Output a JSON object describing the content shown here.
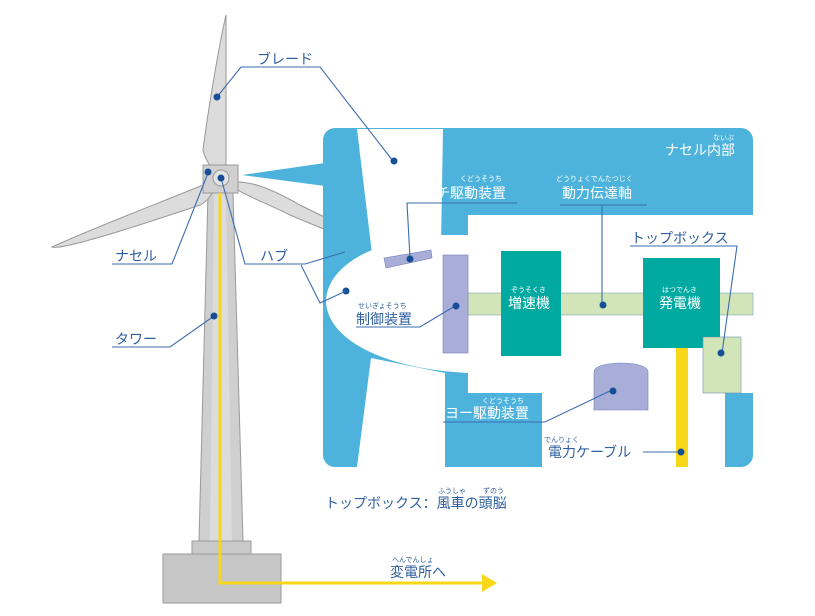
{
  "labels": {
    "blade": "ブレード",
    "nacelle": "ナセル",
    "hub": "ハブ",
    "tower": "タワー",
    "nacelle_inside": "ナセル内部",
    "nacelle_inside_ruby": "ないぶ",
    "pitch_drive": "ピッチ駆動装置",
    "pitch_drive_ruby": "くどうそうち",
    "power_shaft": "動力伝達軸",
    "power_shaft_ruby": "どうりょくでんたつじく",
    "top_box": "トップボックス",
    "controller": "制御装置",
    "controller_ruby": "せいぎょそうち",
    "gearbox": "増速機",
    "gearbox_ruby": "ぞうそくき",
    "generator": "発電機",
    "generator_ruby": "はつでんき",
    "yaw_drive": "ヨー駆動装置",
    "yaw_drive_ruby": "くどうそうち",
    "power_cable": "電力ケーブル",
    "power_cable_ruby": "でんりょく",
    "caption": "トップボックス：風車の頭脳",
    "caption_ruby_1": "ふうしゃ",
    "caption_ruby_2": "ずのう",
    "to_substation": "変電所へ",
    "to_substation_ruby": "へんでんしょ"
  },
  "colors": {
    "panel": "#4db3dc",
    "teal": "#00aaa1",
    "lavender": "#a9aed9",
    "shaft": "#d2e5b8",
    "cable": "#f7d718",
    "turbine": "#d6d6d6"
  }
}
